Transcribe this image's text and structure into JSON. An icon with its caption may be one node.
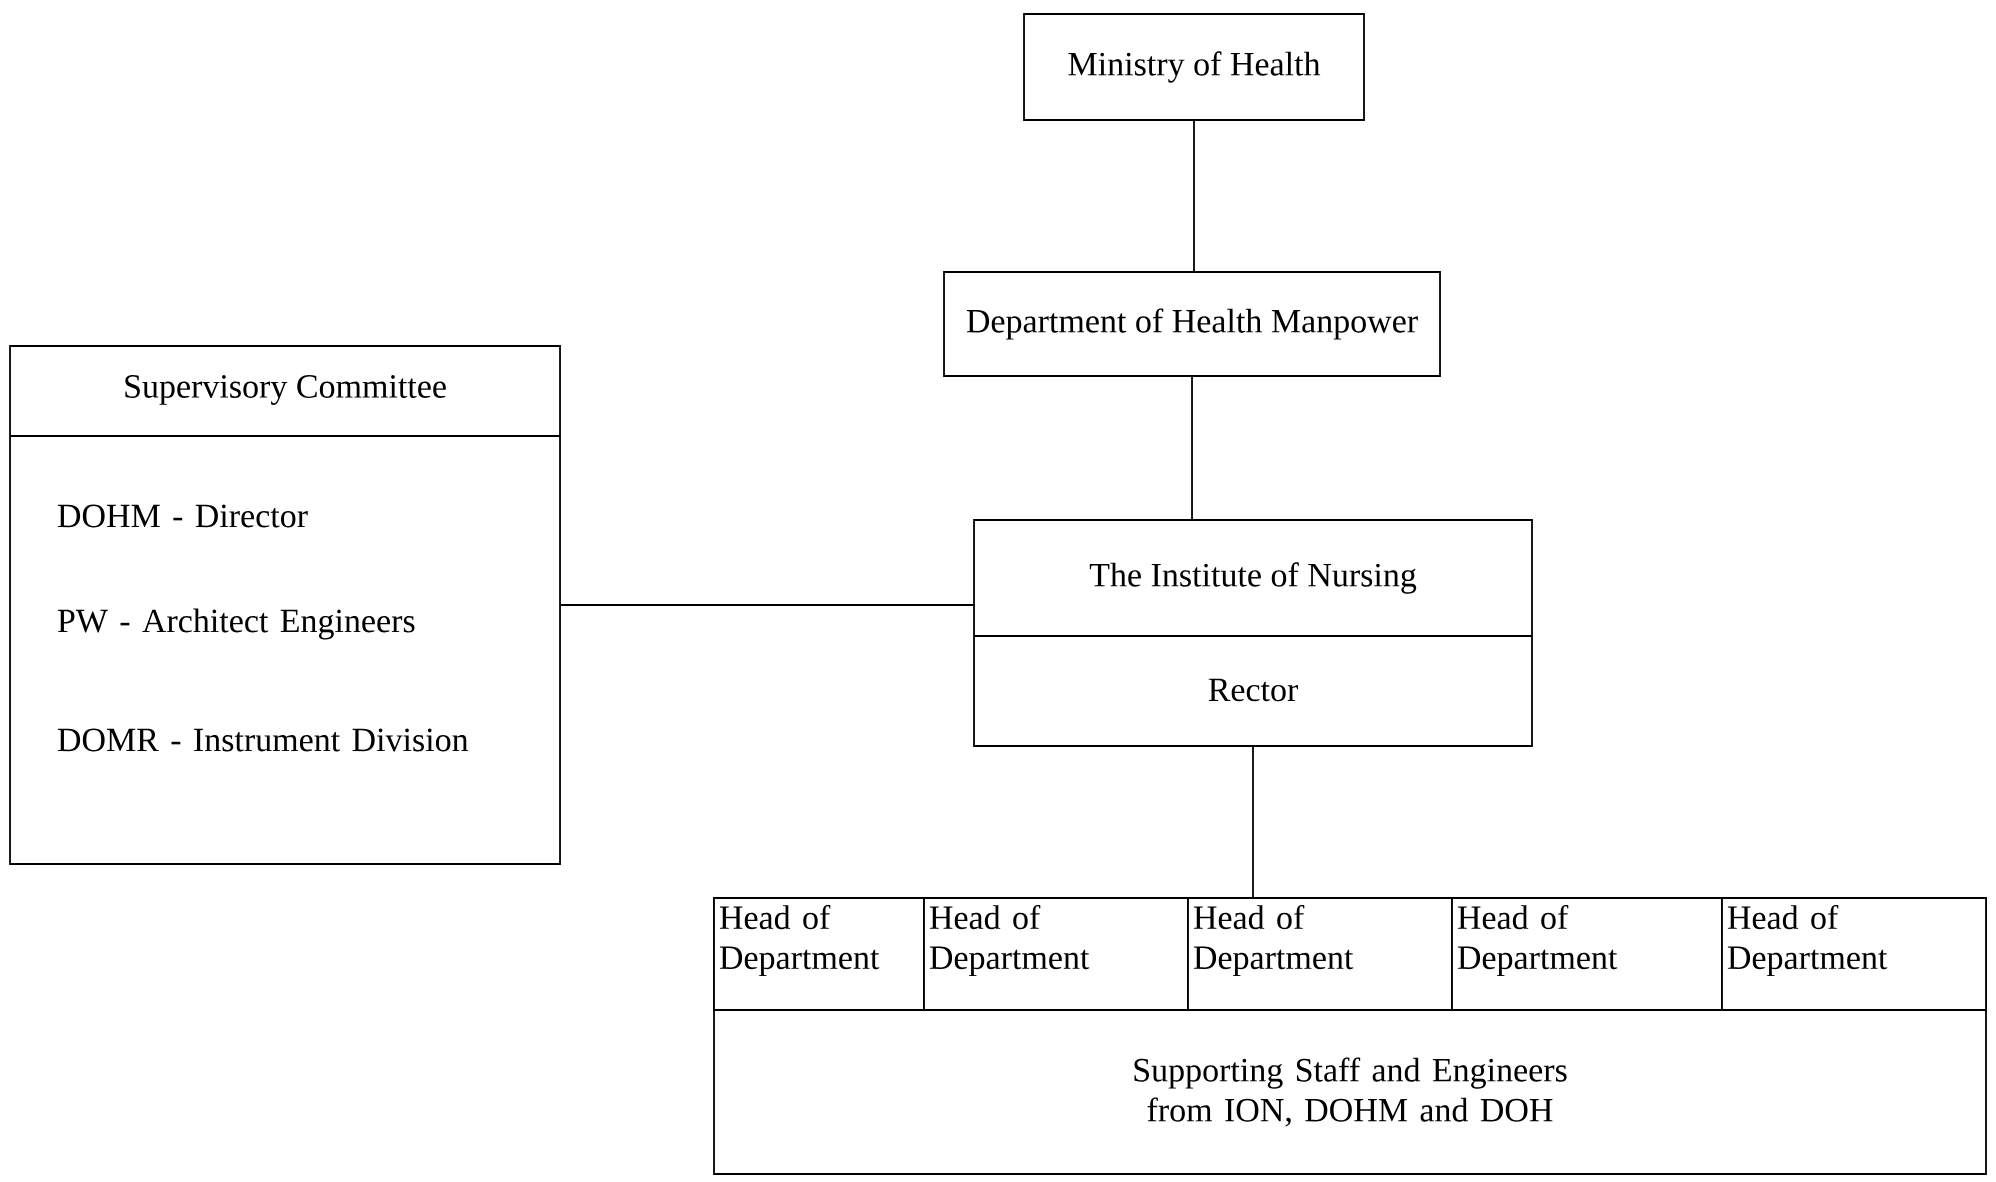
{
  "diagram": {
    "nodes": [
      {
        "text": [
          "Ministry of Health"
        ]
      },
      {
        "text": [
          "Department of Health Manpower"
        ]
      },
      {
        "text": [
          "Supervisory Committee",
          "DOHM - Director",
          "PW - Architect Engineers",
          "DOMR - Instrument Division"
        ]
      },
      {
        "text": [
          "The Institute of Nursing",
          "Rector"
        ]
      },
      {
        "text": [
          "Supporting Staff and Engineers from ION, DOHM and DOH"
        ]
      },
      {
        "text": [
          "Head of Department"
        ],
        "in": 4
      },
      {
        "text": [
          "Head of Department"
        ],
        "in": 4
      },
      {
        "text": [
          "Head of Department"
        ],
        "in": 4
      },
      {
        "text": [
          "Head of Department"
        ],
        "in": 4
      },
      {
        "text": [
          "Head of Department"
        ],
        "in": 4
      }
    ],
    "edges": [
      {
        "from": 0,
        "to": 1,
        "arrow": "none"
      },
      {
        "from": 1,
        "to": 3,
        "arrow": "none"
      },
      {
        "from": 2,
        "to": 3,
        "arrow": "none"
      },
      {
        "from": 3,
        "to": 4,
        "arrow": "none"
      }
    ]
  }
}
